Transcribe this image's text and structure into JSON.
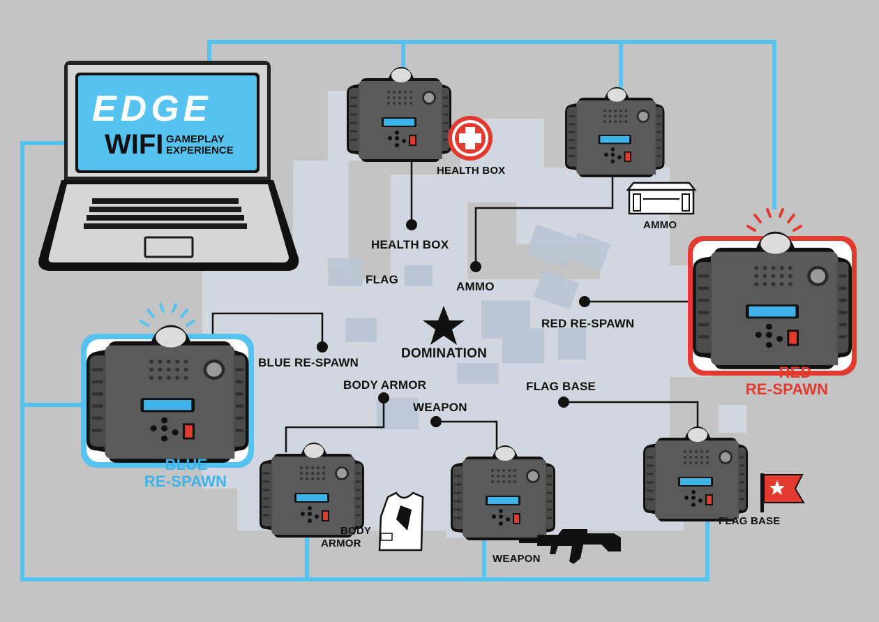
{
  "laptop": {
    "brand": "EDGE",
    "line1": "WIFI",
    "line2a": "GAMEPLAY",
    "line2b": "EXPERIENCE"
  },
  "map_labels": {
    "health_box": "HEALTH BOX",
    "flag": "FLAG",
    "ammo": "AMMO",
    "red_respawn": "RED RE-SPAWN",
    "domination": "DOMINATION",
    "blue_respawn": "BLUE RE-SPAWN",
    "body_armor": "BODY ARMOR",
    "flag_base": "FLAG BASE",
    "weapon": "WEAPON"
  },
  "device_labels": {
    "health_box": "HEALTH BOX",
    "ammo": "AMMO",
    "red_line1": "RED",
    "red_line2": "RE-SPAWN",
    "blue_line1": "BLUE",
    "blue_line2": "RE-SPAWN",
    "body_armor_line1": "BODY",
    "body_armor_line2": "ARMOR",
    "weapon": "WEAPON",
    "flag_base": "FLAG BASE"
  },
  "colors": {
    "background": "#c4c4c4",
    "network": "#56c2ef",
    "blue_team": "#3fb3e8",
    "red_team": "#e23a2e",
    "device": "#555555",
    "screen": "#3fb3e8"
  },
  "icons": [
    "laptop-icon",
    "health-cross-icon",
    "ammo-crate-icon",
    "body-armor-icon",
    "rifle-icon",
    "flag-star-icon",
    "star-icon",
    "signal-waves-icon"
  ]
}
